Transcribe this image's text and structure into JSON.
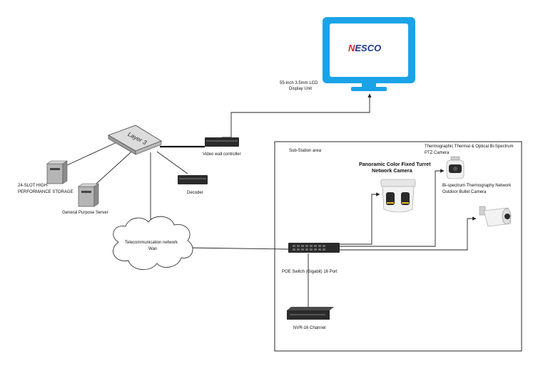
{
  "colors": {
    "monitor_frame": "#1aa3e8",
    "logo_blue": "#1f3a93",
    "logo_red": "#d8202a",
    "device_dark": "#2b2b2b",
    "wire": "#222222"
  },
  "monitor": {
    "logo_prefix": "N",
    "logo_rest": "ESCO",
    "label_line1": "55-inch 3.5mm LCD",
    "label_line2": "Display Unit"
  },
  "core_switch": {
    "label": "Layer 3"
  },
  "video_wall_controller": {
    "label": "Video wall controller"
  },
  "decoder": {
    "label": "Decoder"
  },
  "storage": {
    "label_line1": "24-SLOT HIGH-",
    "label_line2": "PERFORMANCE STORAGE"
  },
  "server": {
    "label": "General Purpose Server"
  },
  "wan_cloud": {
    "label_line1": "Telecommunication network",
    "label_line2": "Wan"
  },
  "substation": {
    "label": "Sub-Station area"
  },
  "ptz_camera": {
    "label_line1": "Thermographic Thermal & Optical Bi-Spectrum",
    "label_line2": "PTZ Camera"
  },
  "turret_camera": {
    "label_line1": "Panoramic Color Fixed Turret",
    "label_line2": "Network Camera"
  },
  "bullet_camera": {
    "label_line1": "Bi-spectrum Thermography Network",
    "label_line2": "Outdoor Bullet Camera"
  },
  "poe_switch": {
    "label": "POE Switch (Gigabit) 16 Port"
  },
  "nvr": {
    "label": "NVR-16 Channel"
  }
}
